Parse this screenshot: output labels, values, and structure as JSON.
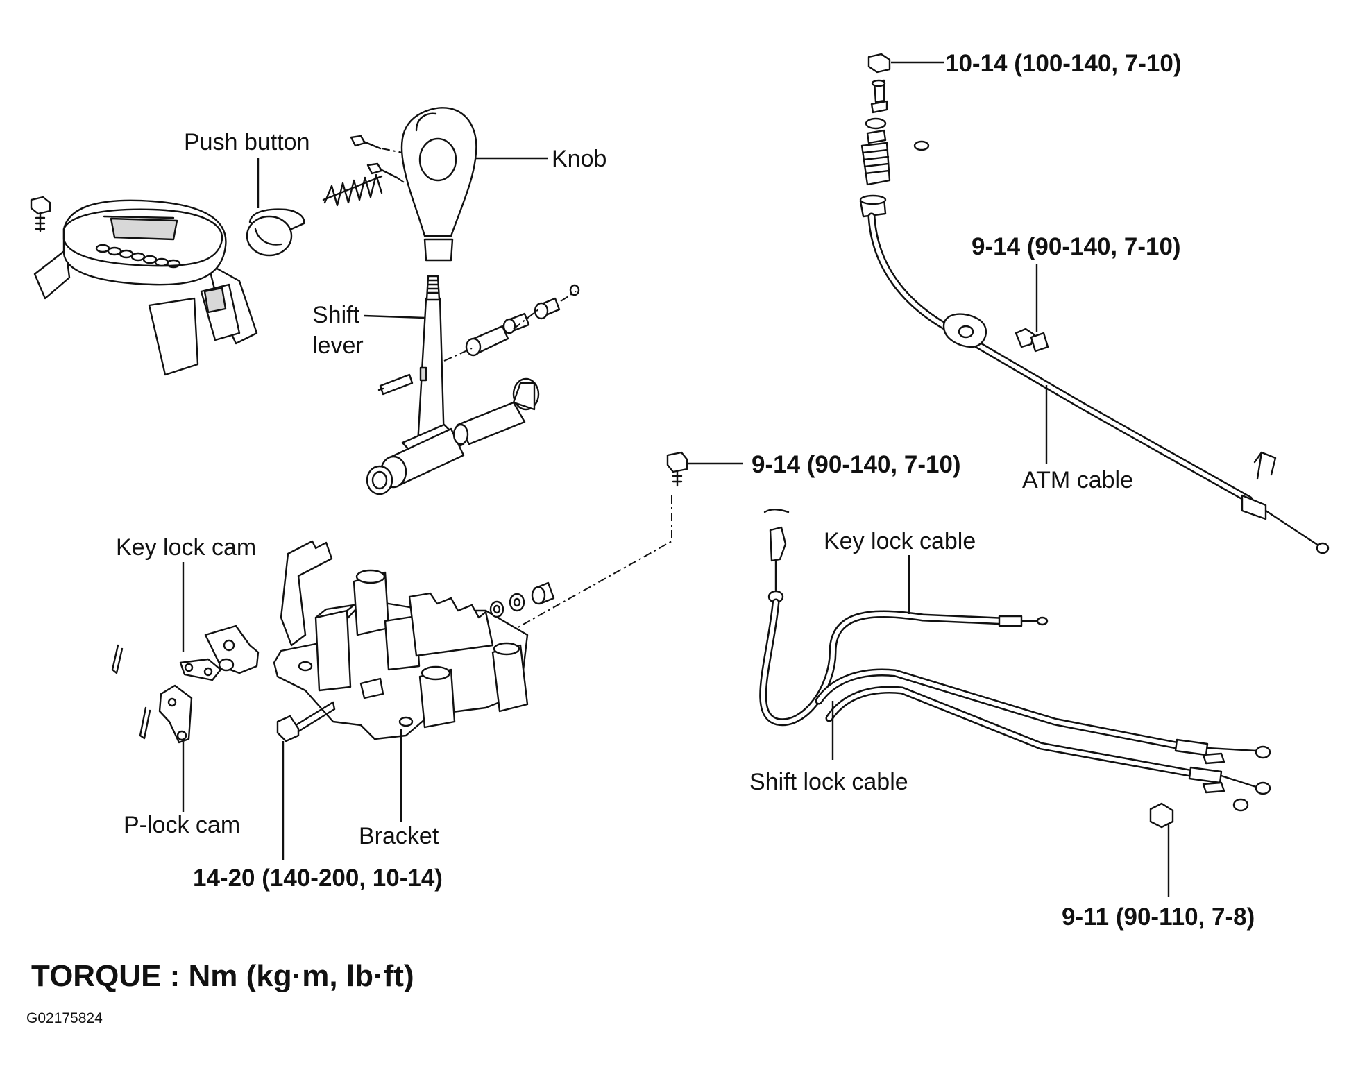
{
  "labels": {
    "push_button": "Push button",
    "knob": "Knob",
    "shift_lever_line1": "Shift",
    "shift_lever_line2": "lever",
    "key_lock_cam": "Key lock cam",
    "p_lock_cam": "P-lock cam",
    "bracket": "Bracket",
    "atm_cable": "ATM cable",
    "key_lock_cable": "Key lock cable",
    "shift_lock_cable": "Shift lock cable"
  },
  "torque_specs": {
    "atm_cable_top_nut": "10-14 (100-140, 7-10)",
    "atm_cable_bracket_bolt": "9-14 (90-140, 7-10)",
    "shift_bracket_bolt": "9-14 (90-140, 7-10)",
    "bracket_pivot_bolt": "14-20 (140-200, 10-14)",
    "cable_end_nut": "9-11 (90-110, 7-8)"
  },
  "legend": {
    "torque_units": "TORQUE : Nm (kg·m, lb·ft)"
  },
  "figure_code": "G02175824",
  "line_color": "#111111"
}
